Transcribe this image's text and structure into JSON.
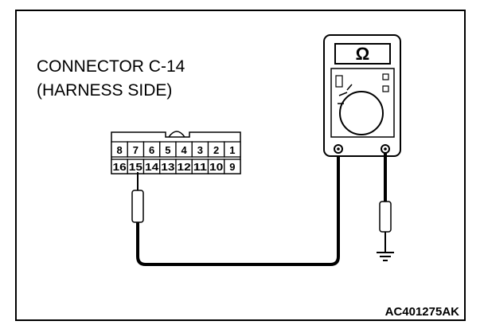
{
  "connector": {
    "name": "CONNECTOR C-14",
    "side": "(HARNESS SIDE)",
    "top_row": [
      "8",
      "7",
      "6",
      "5",
      "4",
      "3",
      "2",
      "1"
    ],
    "bottom_row": [
      "16",
      "15",
      "14",
      "13",
      "12",
      "11",
      "10",
      "9"
    ]
  },
  "meter": {
    "display_symbol": "Ω"
  },
  "figure_ref": "AC401275AK",
  "icons": {
    "ground": "ground-symbol-icon",
    "probe": "test-probe-icon",
    "meter": "ohmmeter-icon"
  },
  "colors": {
    "line": "#000000",
    "background": "#ffffff"
  }
}
